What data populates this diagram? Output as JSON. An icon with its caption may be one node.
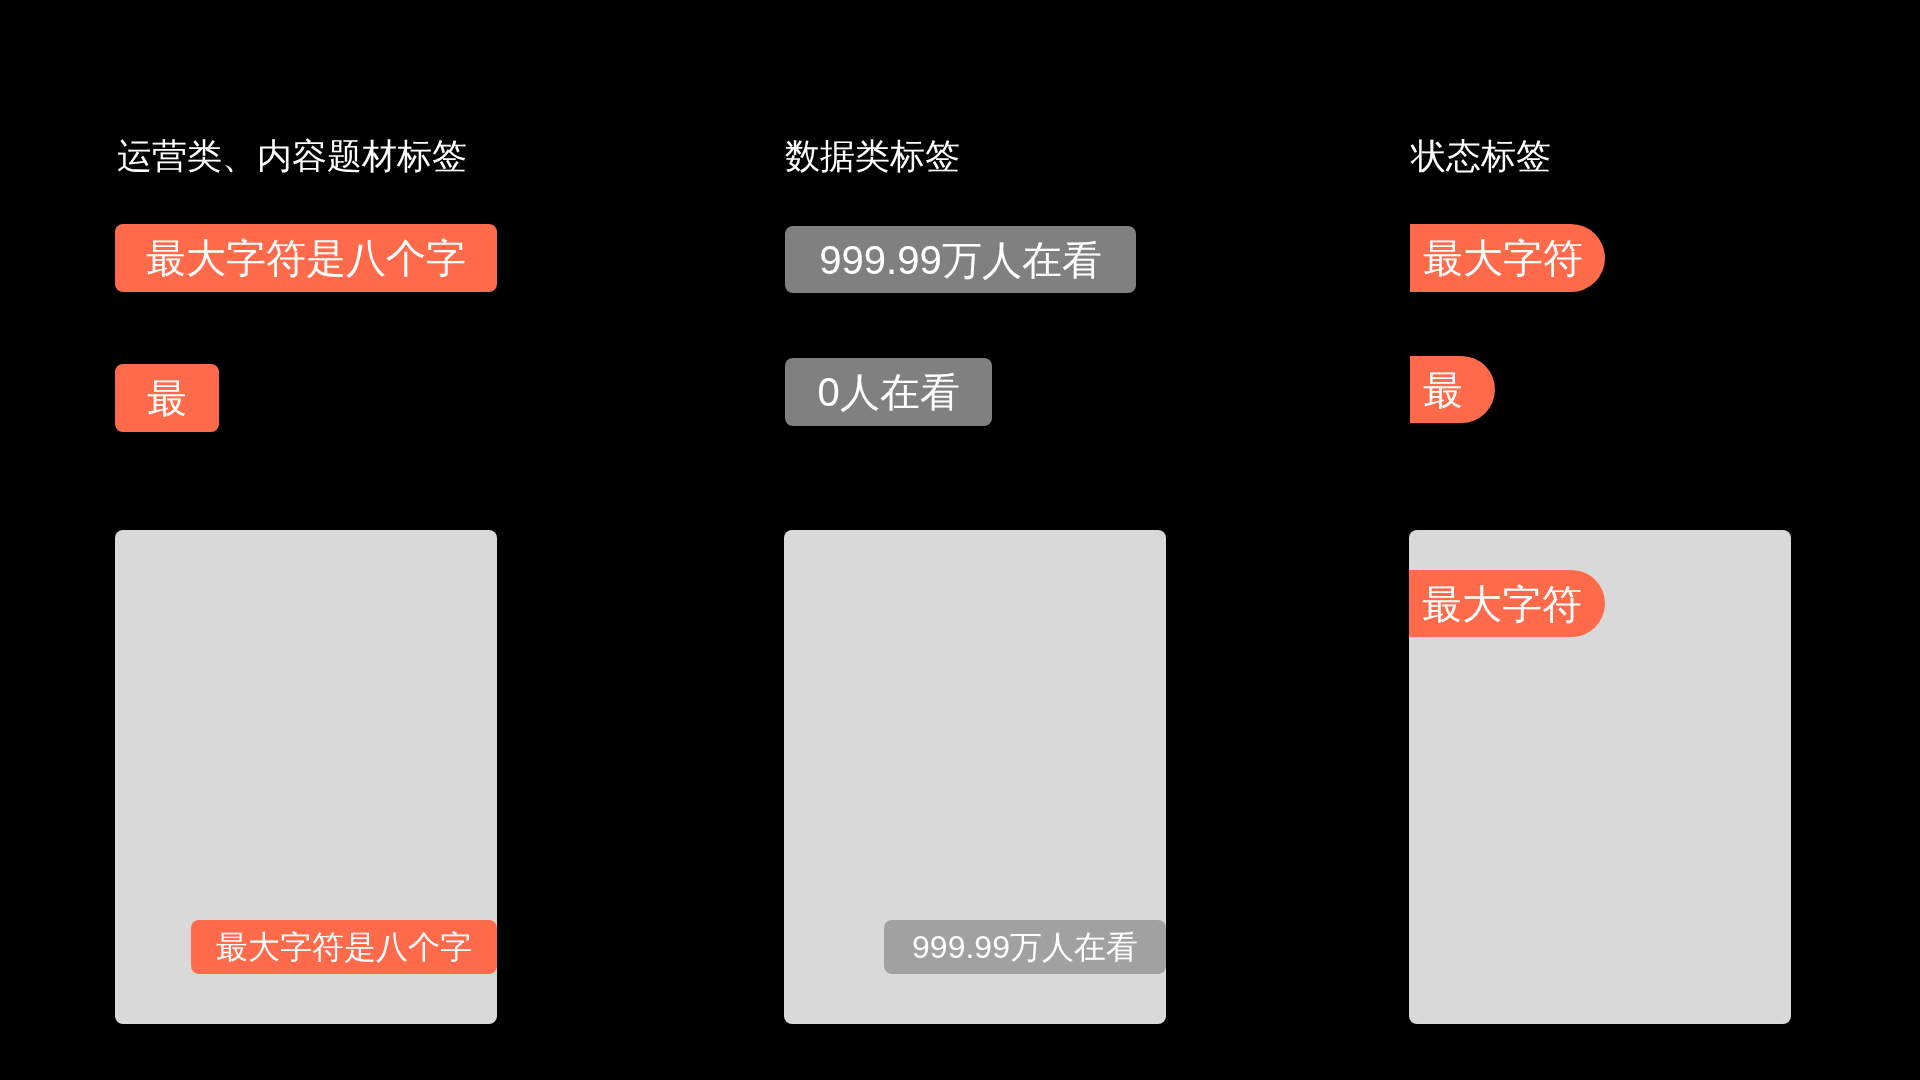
{
  "diagram": {
    "nodes": [
      {
        "text": [
          "最大字符是八个字"
        ]
      },
      {
        "text": [
          "999.99万人在看"
        ]
      },
      {
        "text": [
          "最大字符"
        ]
      },
      {
        "text": [
          "最"
        ]
      },
      {
        "text": [
          "0人在看"
        ]
      },
      {
        "text": [
          "最"
        ]
      },
      {
        "text": [],
        "shape": "box"
      },
      {
        "text": [
          "最大字符是八个字"
        ],
        "in": 6
      },
      {
        "text": [],
        "shape": "box"
      },
      {
        "text": [
          "999.99万人在看"
        ],
        "in": 8
      },
      {
        "text": [],
        "shape": "box"
      },
      {
        "text": [
          "最大字符"
        ],
        "in": 10
      }
    ],
    "labels": [
      "运营类、内容题材标签",
      "数据类标签",
      "状态标签"
    ]
  }
}
